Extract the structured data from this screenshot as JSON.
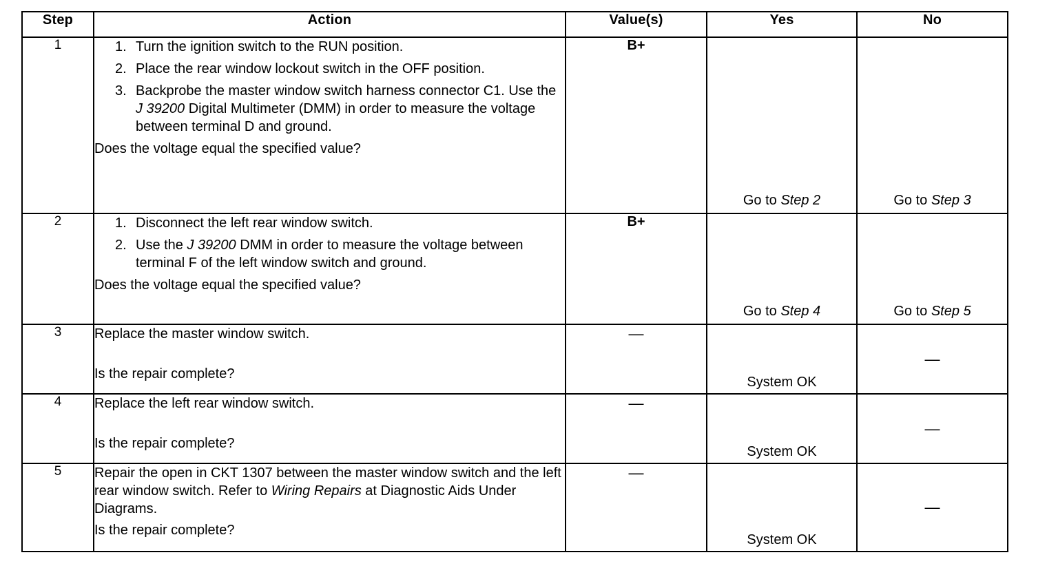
{
  "table": {
    "headers": {
      "step": "Step",
      "action": "Action",
      "values": "Value(s)",
      "yes": "Yes",
      "no": "No"
    },
    "rows": [
      {
        "step": "1",
        "items": [
          {
            "num": "1.",
            "text": "Turn the ignition switch to the RUN position."
          },
          {
            "num": "2.",
            "text": "Place the rear window lockout switch in the OFF position."
          },
          {
            "num": "3.",
            "text_pre": "Backprobe the master window switch harness connector C1. Use the ",
            "italic": "J 39200",
            "text_post": " Digital Multimeter (DMM) in order to measure the voltage between terminal D and ground."
          }
        ],
        "question": "Does the voltage equal the specified value?",
        "value": "B+",
        "yes_pre": "Go to ",
        "yes_italic": "Step 2",
        "no_pre": "Go to ",
        "no_italic": "Step 3"
      },
      {
        "step": "2",
        "items": [
          {
            "num": "1.",
            "text": "Disconnect the left rear window switch."
          },
          {
            "num": "2.",
            "text_pre": "Use the ",
            "italic": "J 39200",
            "text_post": " DMM in order to measure the voltage between terminal F of the left window switch and ground."
          }
        ],
        "question": "Does the voltage equal the specified value?",
        "value": "B+",
        "yes_pre": "Go to ",
        "yes_italic": "Step 4",
        "no_pre": "Go to ",
        "no_italic": "Step 5"
      },
      {
        "step": "3",
        "statement": "Replace the master window switch.",
        "question": "Is the repair complete?",
        "value": "—",
        "yes": "System OK",
        "no": "—"
      },
      {
        "step": "4",
        "statement": "Replace the left rear window switch.",
        "question": "Is the repair complete?",
        "value": "—",
        "yes": "System OK",
        "no": "—"
      },
      {
        "step": "5",
        "para_pre": "Repair the open in CKT 1307 between the master window switch and the left rear window switch. Refer to ",
        "para_italic": "Wiring Repairs",
        "para_post": " at Diagnostic Aids Under Diagrams.",
        "question": "Is the repair complete?",
        "value": "—",
        "yes": "System OK",
        "no": "—"
      }
    ]
  }
}
